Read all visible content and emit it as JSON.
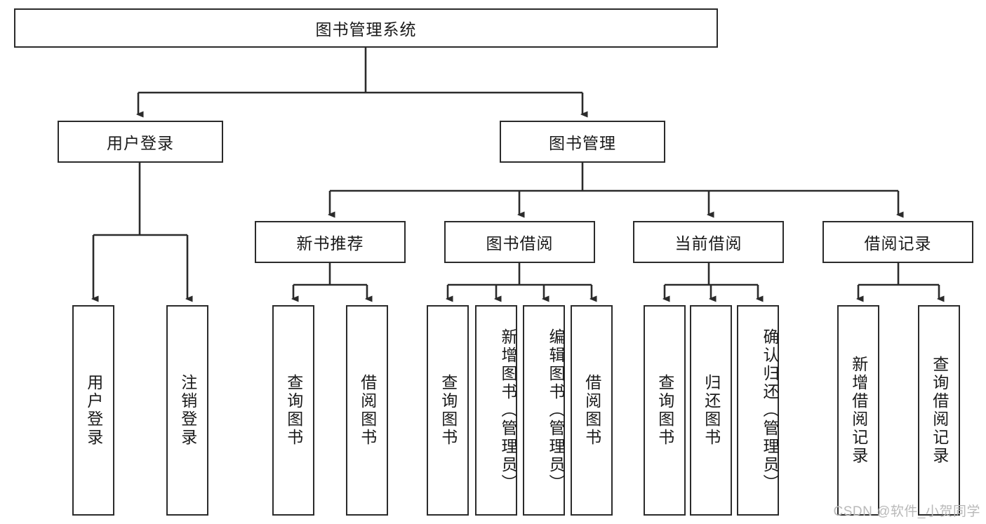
{
  "diagram": {
    "type": "tree-hierarchy-chart",
    "title": "图书管理系统",
    "line_color": "#2b2b2b",
    "background_color": "#ffffff",
    "text_color": "#1a1a1a",
    "root": {
      "label": "图书管理系统"
    },
    "level2": [
      {
        "label": "用户登录"
      },
      {
        "label": "图书管理"
      }
    ],
    "level3": [
      {
        "label": "新书推荐"
      },
      {
        "label": "图书借阅"
      },
      {
        "label": "当前借阅"
      },
      {
        "label": "借阅记录"
      }
    ],
    "leaves": {
      "user_login": [
        {
          "label": "用户登录"
        },
        {
          "label": "注销登录"
        }
      ],
      "new_book_recommend": [
        {
          "label": "查询图书"
        },
        {
          "label": "借阅图书"
        }
      ],
      "book_borrow": [
        {
          "label": "查询图书"
        },
        {
          "label": "新增图书（管理员）"
        },
        {
          "label": "编辑图书（管理员）"
        },
        {
          "label": "借阅图书"
        }
      ],
      "current_borrow": [
        {
          "label": "查询图书"
        },
        {
          "label": "归还图书"
        },
        {
          "label": "确认归还（管理员）"
        }
      ],
      "borrow_records": [
        {
          "label": "新增借阅记录"
        },
        {
          "label": "查询借阅记录"
        }
      ]
    }
  },
  "watermark": {
    "text": "CSDN @软件_小贺同学"
  }
}
